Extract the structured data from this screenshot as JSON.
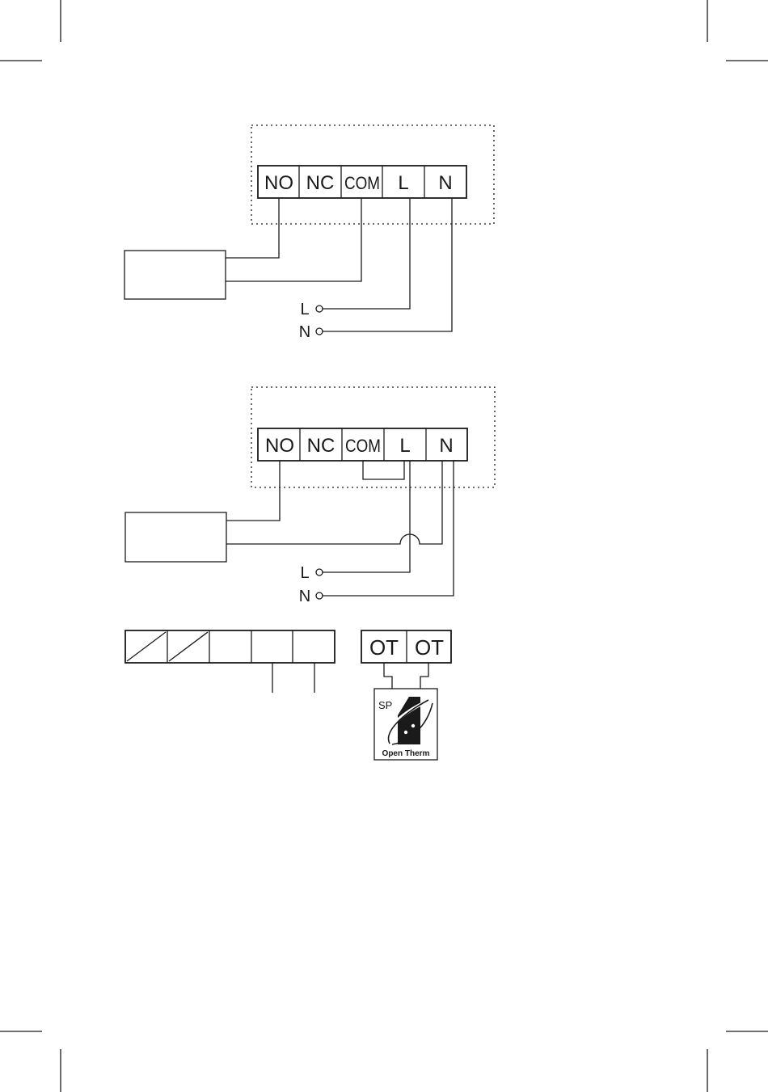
{
  "diagram1": {
    "terminals": [
      "NO",
      "NC",
      "COM",
      "L",
      "N"
    ],
    "supply_labels": [
      "L",
      "N"
    ]
  },
  "diagram2": {
    "terminals": [
      "NO",
      "NC",
      "COM",
      "L",
      "N"
    ],
    "supply_labels": [
      "L",
      "N"
    ]
  },
  "opentherm": {
    "terminals": [
      "OT",
      "OT"
    ],
    "logo_top": "SP",
    "logo_bottom": "Open Therm"
  },
  "colors": {
    "line": "#1a1a1a",
    "background": "#ffffff"
  }
}
